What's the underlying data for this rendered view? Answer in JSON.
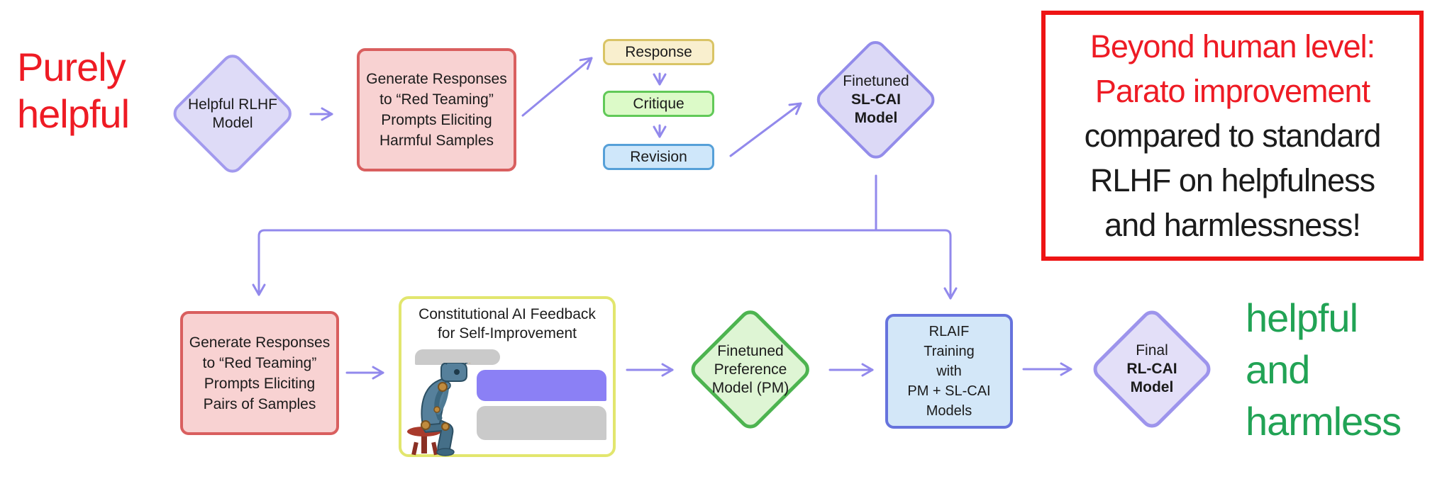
{
  "colors": {
    "connector": "#9289ec",
    "red_annotation_text": "#ee1b24",
    "red_annotation_border": "#ee1414",
    "green_annotation_text": "#21a355",
    "red_box_fill": "#f8d2d2",
    "red_box_border": "#d95f5f",
    "lavender_diamond_fill": "#dedbf7",
    "lavender_diamond_border": "#9d94ec",
    "response_card_fill": "#f9efce",
    "response_card_border": "#d9c465",
    "critique_card_fill": "#dcfac8",
    "critique_card_border": "#61c958",
    "revision_card_fill": "#cfe7fa",
    "revision_card_border": "#56a0d8",
    "cai_feedback_border": "#e2e66e",
    "chat_bubble_purple": "#8b80f5",
    "chat_bubble_gray": "#cacaca",
    "preference_diamond_fill": "#def5d4",
    "preference_diamond_border": "#4db450",
    "rlaif_box_fill": "#d3e7f8",
    "rlaif_box_border": "#6673dd"
  },
  "annotations": {
    "purely_helpful": {
      "line1": "Purely",
      "line2": "helpful"
    },
    "beyond": {
      "line1": "Beyond human level:",
      "line2": "Parato improvement",
      "line3": "compared to standard",
      "line4": "RLHF on helpfulness",
      "line5": "and harmlessness!"
    },
    "helpful_harmless": {
      "line1": "helpful",
      "line2": "and",
      "line3": "harmless"
    }
  },
  "nodes": {
    "helpful_rlhf_model": {
      "line1": "Helpful RLHF",
      "line2": "Model"
    },
    "generate_harmful": {
      "line1": "Generate Responses",
      "line2": "to “Red Teaming”",
      "line3": "Prompts Eliciting",
      "line4": "Harmful Samples"
    },
    "response_card": {
      "label": "Response"
    },
    "critique_card": {
      "label": "Critique"
    },
    "revision_card": {
      "label": "Revision"
    },
    "sl_cai_model": {
      "line1": "Finetuned",
      "line2": "SL-CAI",
      "line3": "Model"
    },
    "generate_pairs": {
      "line1": "Generate Responses",
      "line2": "to “Red Teaming”",
      "line3": "Prompts Eliciting",
      "line4": "Pairs of Samples"
    },
    "cai_feedback": {
      "title_line1": "Constitutional AI Feedback",
      "title_line2": "for Self-Improvement"
    },
    "preference_model": {
      "line1": "Finetuned",
      "line2": "Preference",
      "line3": "Model (PM)"
    },
    "rlaif_training": {
      "line1": "RLAIF",
      "line2": "Training",
      "line3": "with",
      "line4": "PM + SL-CAI",
      "line5": "Models"
    },
    "final_rl_cai_model": {
      "line1": "Final",
      "line2": "RL-CAI",
      "line3": "Model"
    }
  }
}
